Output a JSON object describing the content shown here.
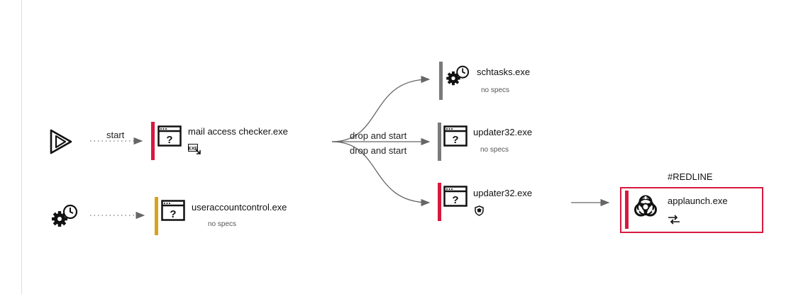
{
  "edges": {
    "start": "start",
    "drop_and_start_1": "drop and start",
    "drop_and_start_2": "drop and start"
  },
  "nodes": {
    "mail": {
      "name": "mail access checker.exe",
      "color": "#d7193f"
    },
    "uac": {
      "name": "useraccountcontrol.exe",
      "spec": "no specs",
      "color": "#d9a21b"
    },
    "schtasks": {
      "name": "schtasks.exe",
      "spec": "no specs",
      "color": "#7a7a7a"
    },
    "updater_a": {
      "name": "updater32.exe",
      "spec": "no specs",
      "color": "#7a7a7a"
    },
    "updater_b": {
      "name": "updater32.exe",
      "color": "#d7193f"
    },
    "applaunch": {
      "name": "applaunch.exe",
      "tag": "#REDLINE",
      "color": "#d7193f"
    }
  },
  "icons": {
    "start_icon": "play-triangle-icon",
    "uac_icon": "gear-clock-icon",
    "window_icon": "unknown-window-icon",
    "exe_badge": "exe-file-icon",
    "shield_badge": "shield-icon",
    "biohazard": "biohazard-icon",
    "network_badge": "network-arrows-icon"
  }
}
